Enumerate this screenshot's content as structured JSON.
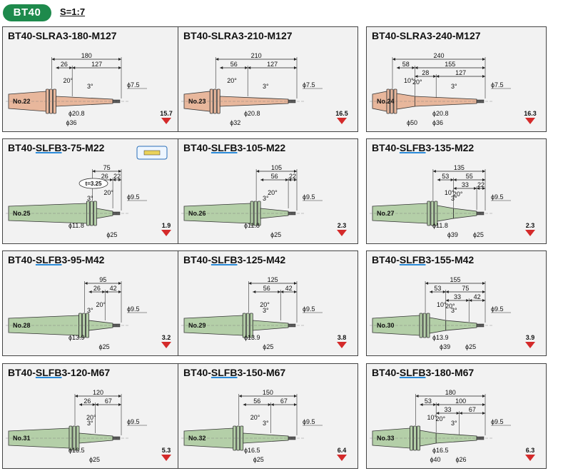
{
  "header": {
    "badge": "BT40",
    "scale": "S=1:7"
  },
  "colors": {
    "badge": "#1e8a4c",
    "slra_fill": "#e8b79c",
    "slfb_fill": "#b4cfa8",
    "arrow": "#d42a2a",
    "title_underline": "#2a8ad8"
  },
  "panels": [
    {
      "pre": "BT40-",
      "hl": "SLRA",
      "post": "3-180-M127",
      "no": "No.22",
      "type": "slra",
      "length": "180",
      "dims": [
        "26",
        "127"
      ],
      "angles": [
        "20°",
        "3°"
      ],
      "tip_dia": "ϕ7.5",
      "mid_dia": "ϕ20.8",
      "bot_dia": [
        "ϕ36"
      ],
      "weight": "15.7"
    },
    {
      "pre": "BT40-",
      "hl": "SLRA",
      "post": "3-210-M127",
      "no": "No.23",
      "type": "slra",
      "length": "210",
      "dims": [
        "56",
        "127"
      ],
      "angles": [
        "20°",
        "3°"
      ],
      "tip_dia": "ϕ7.5",
      "mid_dia": "ϕ20.8",
      "bot_dia": [
        "ϕ32"
      ],
      "weight": "16.5"
    },
    {
      "pre": "BT40-",
      "hl": "SLRA",
      "post": "3-240-M127",
      "no": "No.24",
      "type": "slra",
      "length": "240",
      "dims": [
        "58",
        "155",
        "28",
        "127"
      ],
      "angles": [
        "10°",
        "20°",
        "3°"
      ],
      "tip_dia": "ϕ7.5",
      "mid_dia": "ϕ20.8",
      "bot_dia": [
        "ϕ50",
        "ϕ36"
      ],
      "weight": "16.3"
    },
    {
      "pre": "BT40-",
      "hl": "SLFB",
      "post": "3-75-M22",
      "no": "No.25",
      "type": "slfb",
      "length": "75",
      "dims": [
        "26",
        "22"
      ],
      "angles": [
        "20°",
        "3°"
      ],
      "tip_dia": "ϕ9.5",
      "mid_dia": "ϕ11.8",
      "bot_dia": [
        "ϕ25"
      ],
      "weight": "1.9",
      "note": "t=3.25"
    },
    {
      "pre": "BT40-",
      "hl": "SLFB",
      "post": "3-105-M22",
      "no": "No.26",
      "type": "slfb",
      "length": "105",
      "dims": [
        "56",
        "22"
      ],
      "angles": [
        "20°",
        "3°"
      ],
      "tip_dia": "ϕ9.5",
      "mid_dia": "ϕ11.8",
      "bot_dia": [
        "ϕ25"
      ],
      "weight": "2.3"
    },
    {
      "pre": "BT40-",
      "hl": "SLFB",
      "post": "3-135-M22",
      "no": "No.27",
      "type": "slfb",
      "length": "135",
      "dims": [
        "53",
        "55",
        "33",
        "22"
      ],
      "angles": [
        "10°",
        "20°",
        "3°"
      ],
      "tip_dia": "ϕ9.5",
      "mid_dia": "ϕ11.8",
      "bot_dia": [
        "ϕ39",
        "ϕ25"
      ],
      "weight": "2.3"
    },
    {
      "pre": "BT40-",
      "hl": "SLFB",
      "post": "3-95-M42",
      "no": "No.28",
      "type": "slfb",
      "length": "95",
      "dims": [
        "26",
        "42"
      ],
      "angles": [
        "20°",
        "3°"
      ],
      "tip_dia": "ϕ9.5",
      "mid_dia": "ϕ13.9",
      "bot_dia": [
        "ϕ25"
      ],
      "weight": "3.2"
    },
    {
      "pre": "BT40-",
      "hl": "SLFB",
      "post": "3-125-M42",
      "no": "No.29",
      "type": "slfb",
      "length": "125",
      "dims": [
        "56",
        "42"
      ],
      "angles": [
        "20°",
        "3°"
      ],
      "tip_dia": "ϕ9.5",
      "mid_dia": "ϕ13.9",
      "bot_dia": [
        "ϕ25"
      ],
      "weight": "3.8"
    },
    {
      "pre": "BT40-",
      "hl": "SLFB",
      "post": "3-155-M42",
      "no": "No.30",
      "type": "slfb",
      "length": "155",
      "dims": [
        "53",
        "75",
        "33",
        "42"
      ],
      "angles": [
        "10°",
        "20°",
        "3°"
      ],
      "tip_dia": "ϕ9.5",
      "mid_dia": "ϕ13.9",
      "bot_dia": [
        "ϕ39",
        "ϕ25"
      ],
      "weight": "3.9"
    },
    {
      "pre": "BT40-",
      "hl": "SLFB",
      "post": "3-120-M67",
      "no": "No.31",
      "type": "slfb",
      "length": "120",
      "dims": [
        "26",
        "67"
      ],
      "angles": [
        "20°",
        "3°"
      ],
      "tip_dia": "ϕ9.5",
      "mid_dia": "ϕ16.5",
      "bot_dia": [
        "ϕ25"
      ],
      "weight": "5.3"
    },
    {
      "pre": "BT40-",
      "hl": "SLFB",
      "post": "3-150-M67",
      "no": "No.32",
      "type": "slfb",
      "length": "150",
      "dims": [
        "56",
        "67"
      ],
      "angles": [
        "20°",
        "3°"
      ],
      "tip_dia": "ϕ9.5",
      "mid_dia": "ϕ16.5",
      "bot_dia": [
        "ϕ25"
      ],
      "weight": "6.4"
    },
    {
      "pre": "BT40-",
      "hl": "SLFB",
      "post": "3-180-M67",
      "no": "No.33",
      "type": "slfb",
      "length": "180",
      "dims": [
        "53",
        "100",
        "33",
        "67"
      ],
      "angles": [
        "10°",
        "20°",
        "3°"
      ],
      "tip_dia": "ϕ9.5",
      "mid_dia": "ϕ16.5",
      "bot_dia": [
        "ϕ40",
        "ϕ26"
      ],
      "weight": "6.3"
    }
  ]
}
